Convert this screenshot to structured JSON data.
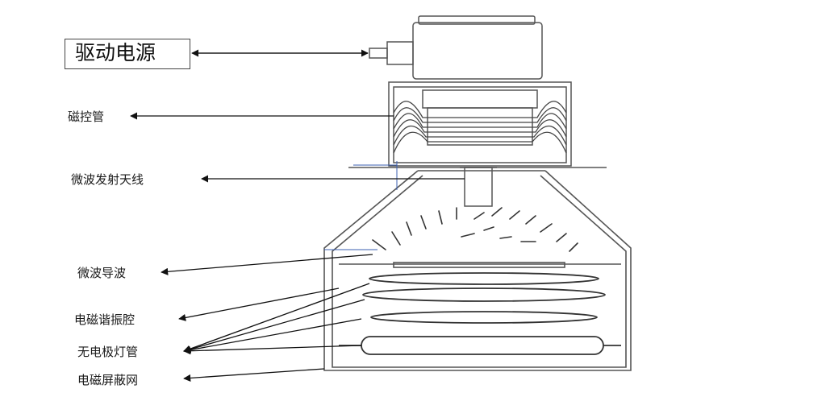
{
  "labels": {
    "power": "驱动电源",
    "magnetron": "磁控管",
    "antenna": "微波发射天线",
    "waveguide": "微波导波",
    "cavity": "电磁谐振腔",
    "lamp": "无电极灯管",
    "shield": "电磁屏蔽网"
  },
  "colors": {
    "line": "#555555",
    "arrow": "#111111",
    "accent": "#3b5fb0"
  }
}
